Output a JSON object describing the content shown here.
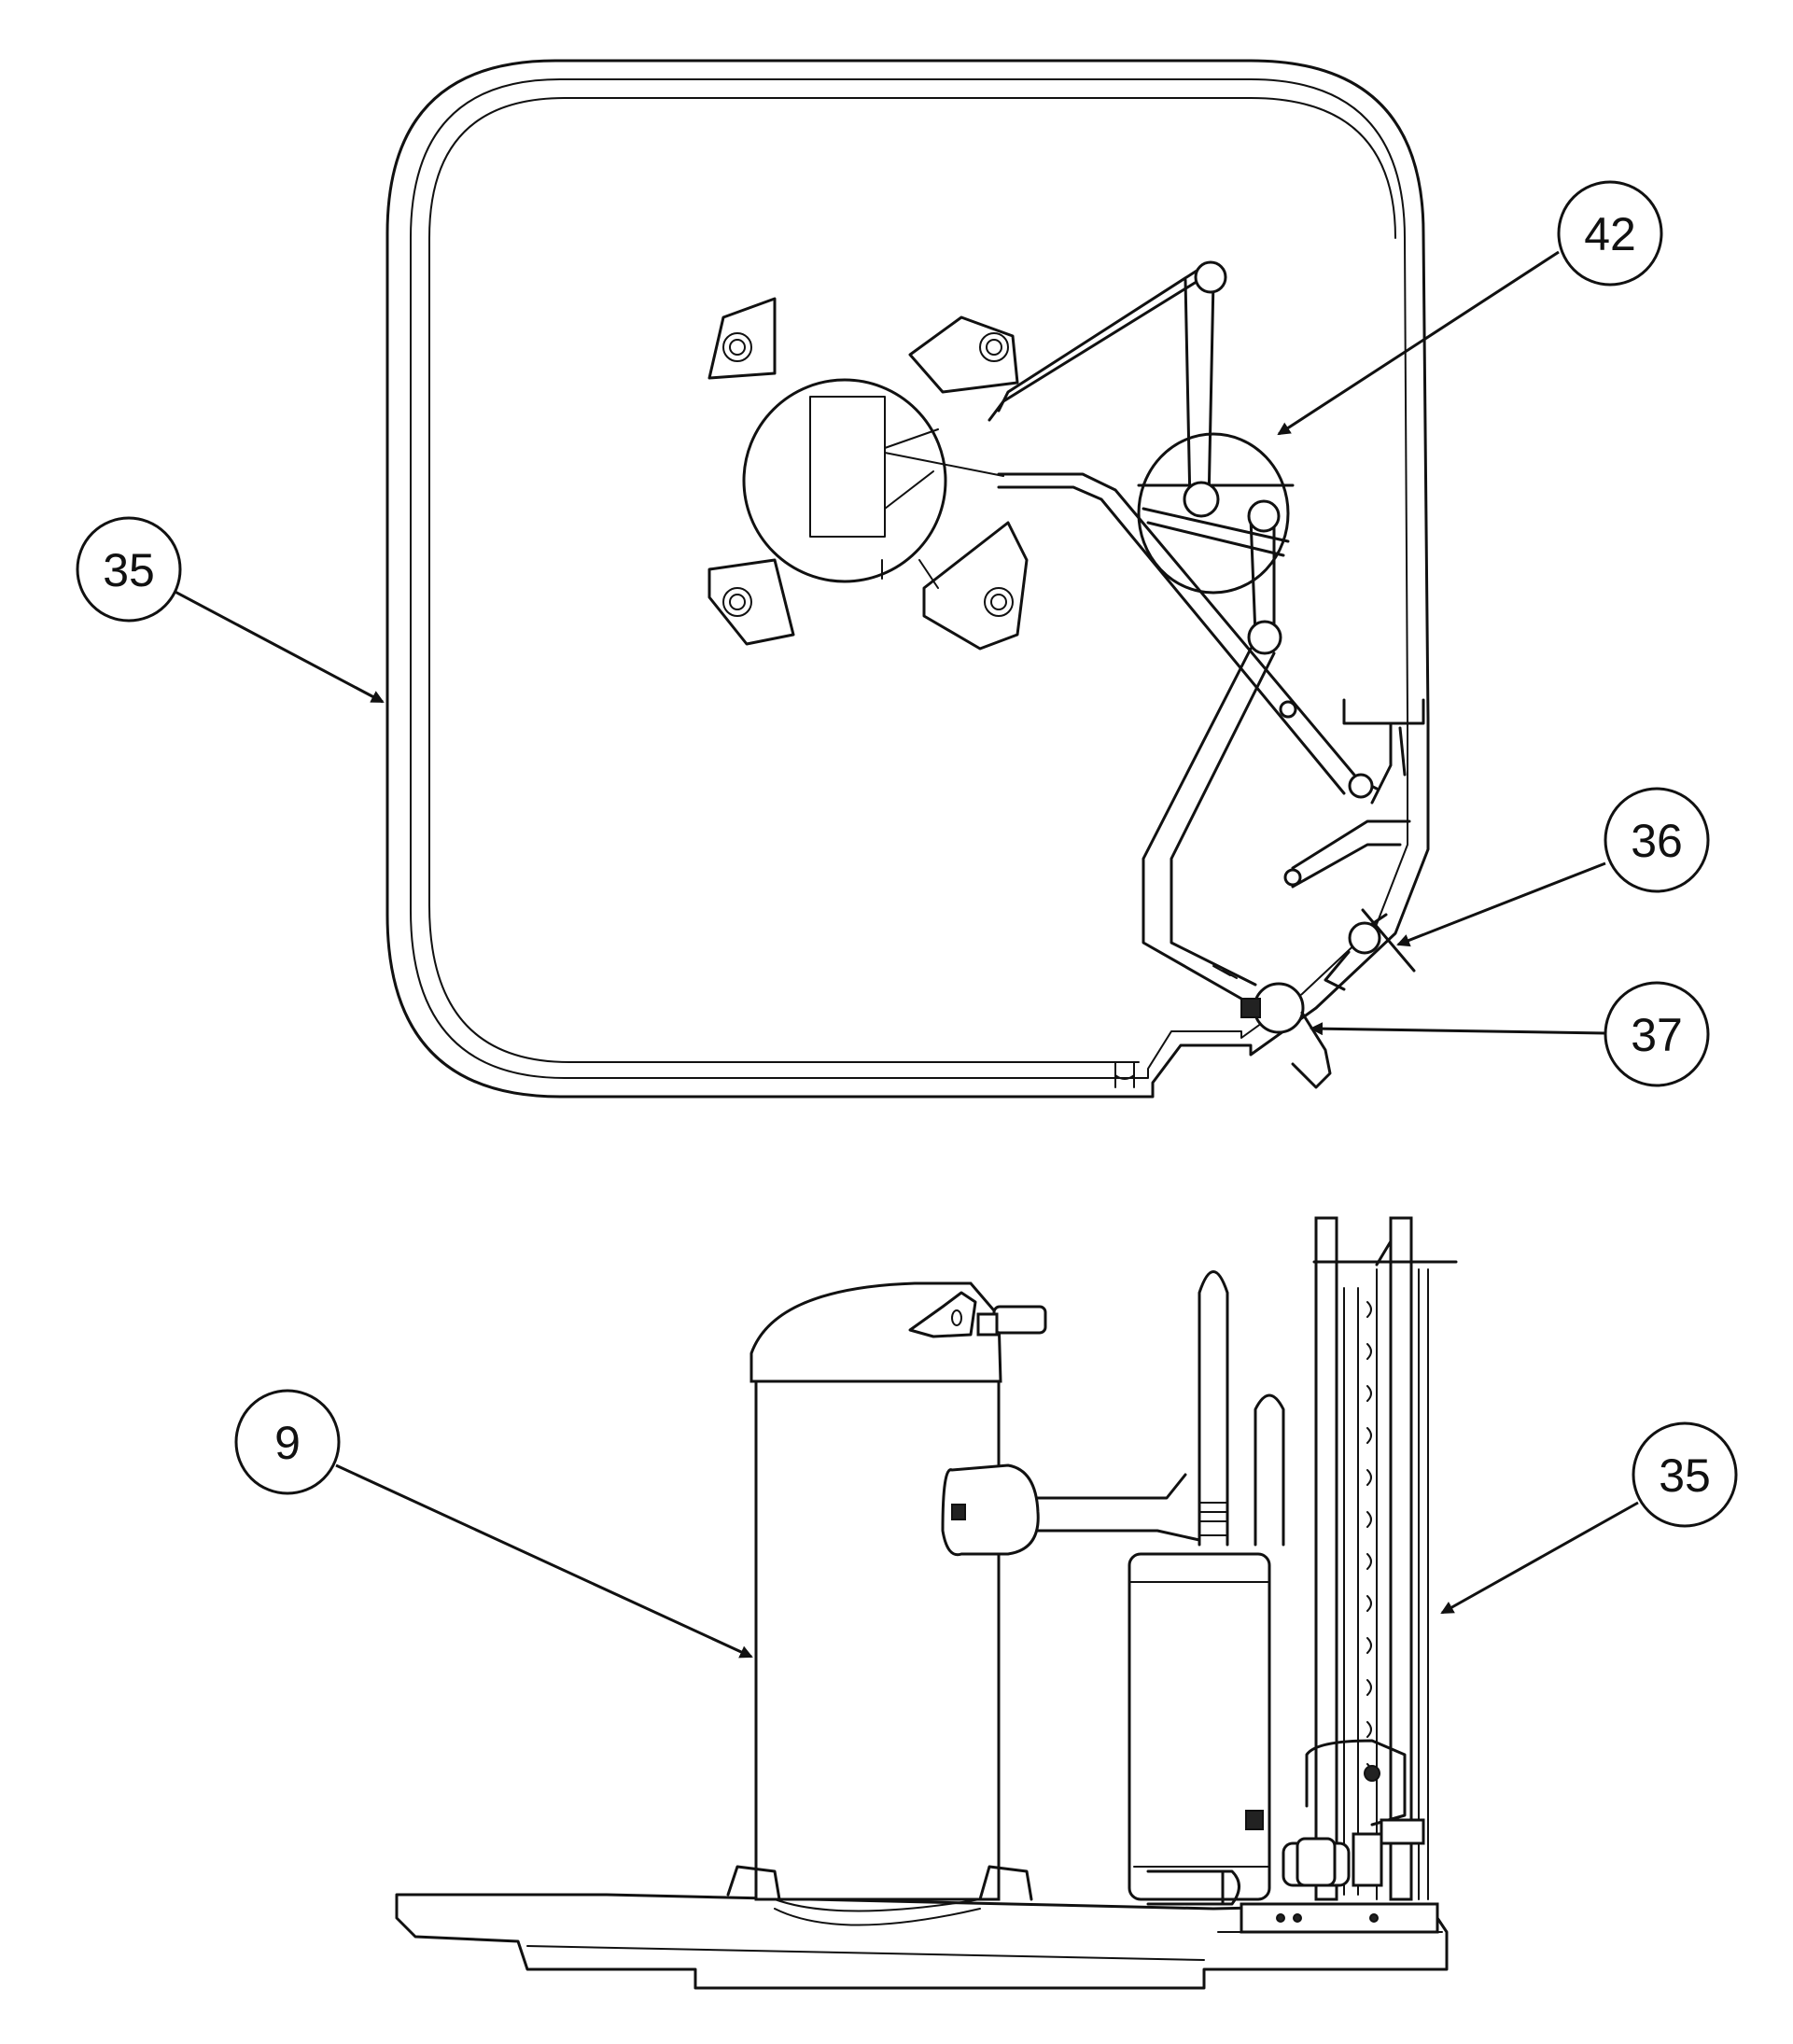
{
  "callouts": [
    {
      "id": "42",
      "label": "42"
    },
    {
      "id": "35-top",
      "label": "35"
    },
    {
      "id": "36",
      "label": "36"
    },
    {
      "id": "37",
      "label": "37"
    },
    {
      "id": "9",
      "label": "9"
    },
    {
      "id": "35-bottom",
      "label": "35"
    }
  ],
  "colors": {
    "line": "#111111",
    "background": "#ffffff"
  }
}
